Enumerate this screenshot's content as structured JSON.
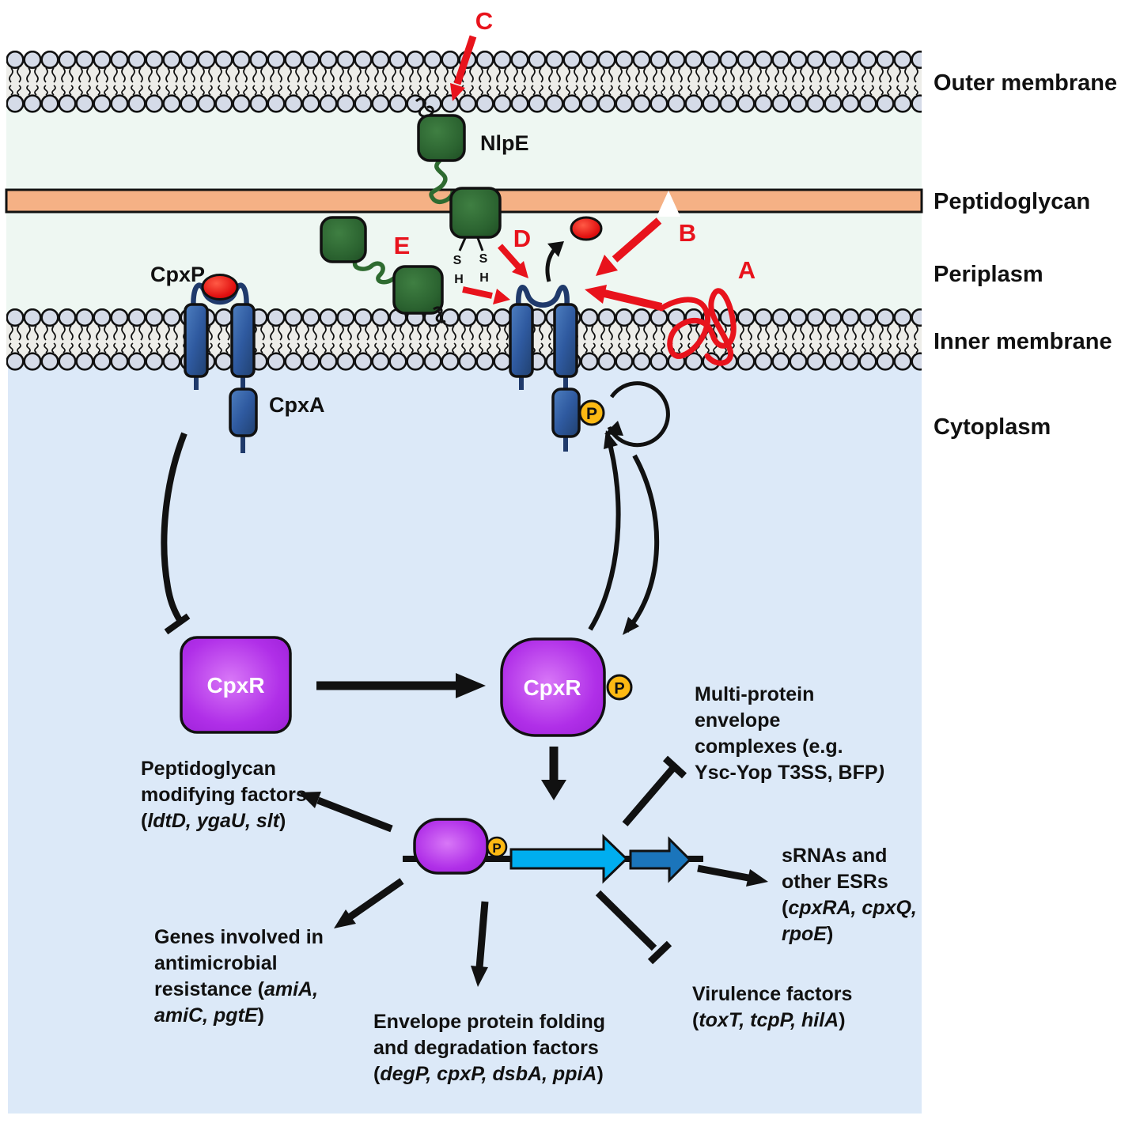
{
  "figure": {
    "region_labels": {
      "outer_membrane": "Outer membrane",
      "peptidoglycan": "Peptidoglycan",
      "periplasm": "Periplasm",
      "inner_membrane": "Inner membrane",
      "cytoplasm": "Cytoplasm"
    }
  },
  "proteins": {
    "nlpe": "NlpE",
    "cpxp": "CpxP",
    "cpxa": "CpxA",
    "cpxr": "CpxR",
    "phospho_badge": "P",
    "thiol_s": "S",
    "thiol_h": "H"
  },
  "stress_inputs": {
    "a": "A",
    "b": "B",
    "c": "C",
    "d": "D",
    "e": "E"
  },
  "outputs": {
    "peptidoglycan_modifying": {
      "line1": "Peptidoglycan",
      "line2": "modifying factors",
      "line3_pre": "(",
      "line3_genes": "ldtD, ygaU, slt",
      "line3_post": ")"
    },
    "antimicrobial_resistance": {
      "line1": "Genes involved in",
      "line2": "antimicrobial",
      "line3_pre": "resistance (",
      "line3_genes": "amiA,",
      "line4_genes": "amiC, pgtE",
      "line4_post": ")"
    },
    "envelope_folding": {
      "line1": "Envelope protein folding",
      "line2": "and degradation factors",
      "line3_pre": "(",
      "line3_genes": "degP, cpxP, dsbA, ppiA",
      "line3_post": ")"
    },
    "multiprotein_complexes": {
      "line1": "Multi-protein",
      "line2": "envelope",
      "line3": "complexes (e.g.",
      "line4": "Ysc-Yop T3SS, BFP",
      "line4_post": ")"
    },
    "srnas": {
      "line1": "sRNAs and",
      "line2": "other ESRs",
      "line3_pre": "(",
      "line3_genes": "cpxRA, cpxQ,",
      "line4_genes": "rpoE",
      "line4_post": ")"
    },
    "virulence": {
      "line1": "Virulence factors",
      "line2_pre": "(",
      "line2_genes": "toxT, tcpP, hilA",
      "line2_post": ")"
    }
  },
  "colors": {
    "membrane_head": "#d5dbe8",
    "membrane_core": "#edede9",
    "peptidoglycan": "#f5b185",
    "periplasm": "#eef7f2",
    "cytoplasm": "#dce9f8",
    "protein_blue": "#2f5597",
    "sensor_navy": "#1f3a6b",
    "protein_green": "#2d6a33",
    "cpxr_purple": "#a826e8",
    "phospho_yellow": "#fdb913",
    "stress_red": "#e8131c",
    "cpxp_red": "#e01010",
    "gene_cyan": "#00aeef",
    "gene_blue": "#1b75bb"
  }
}
